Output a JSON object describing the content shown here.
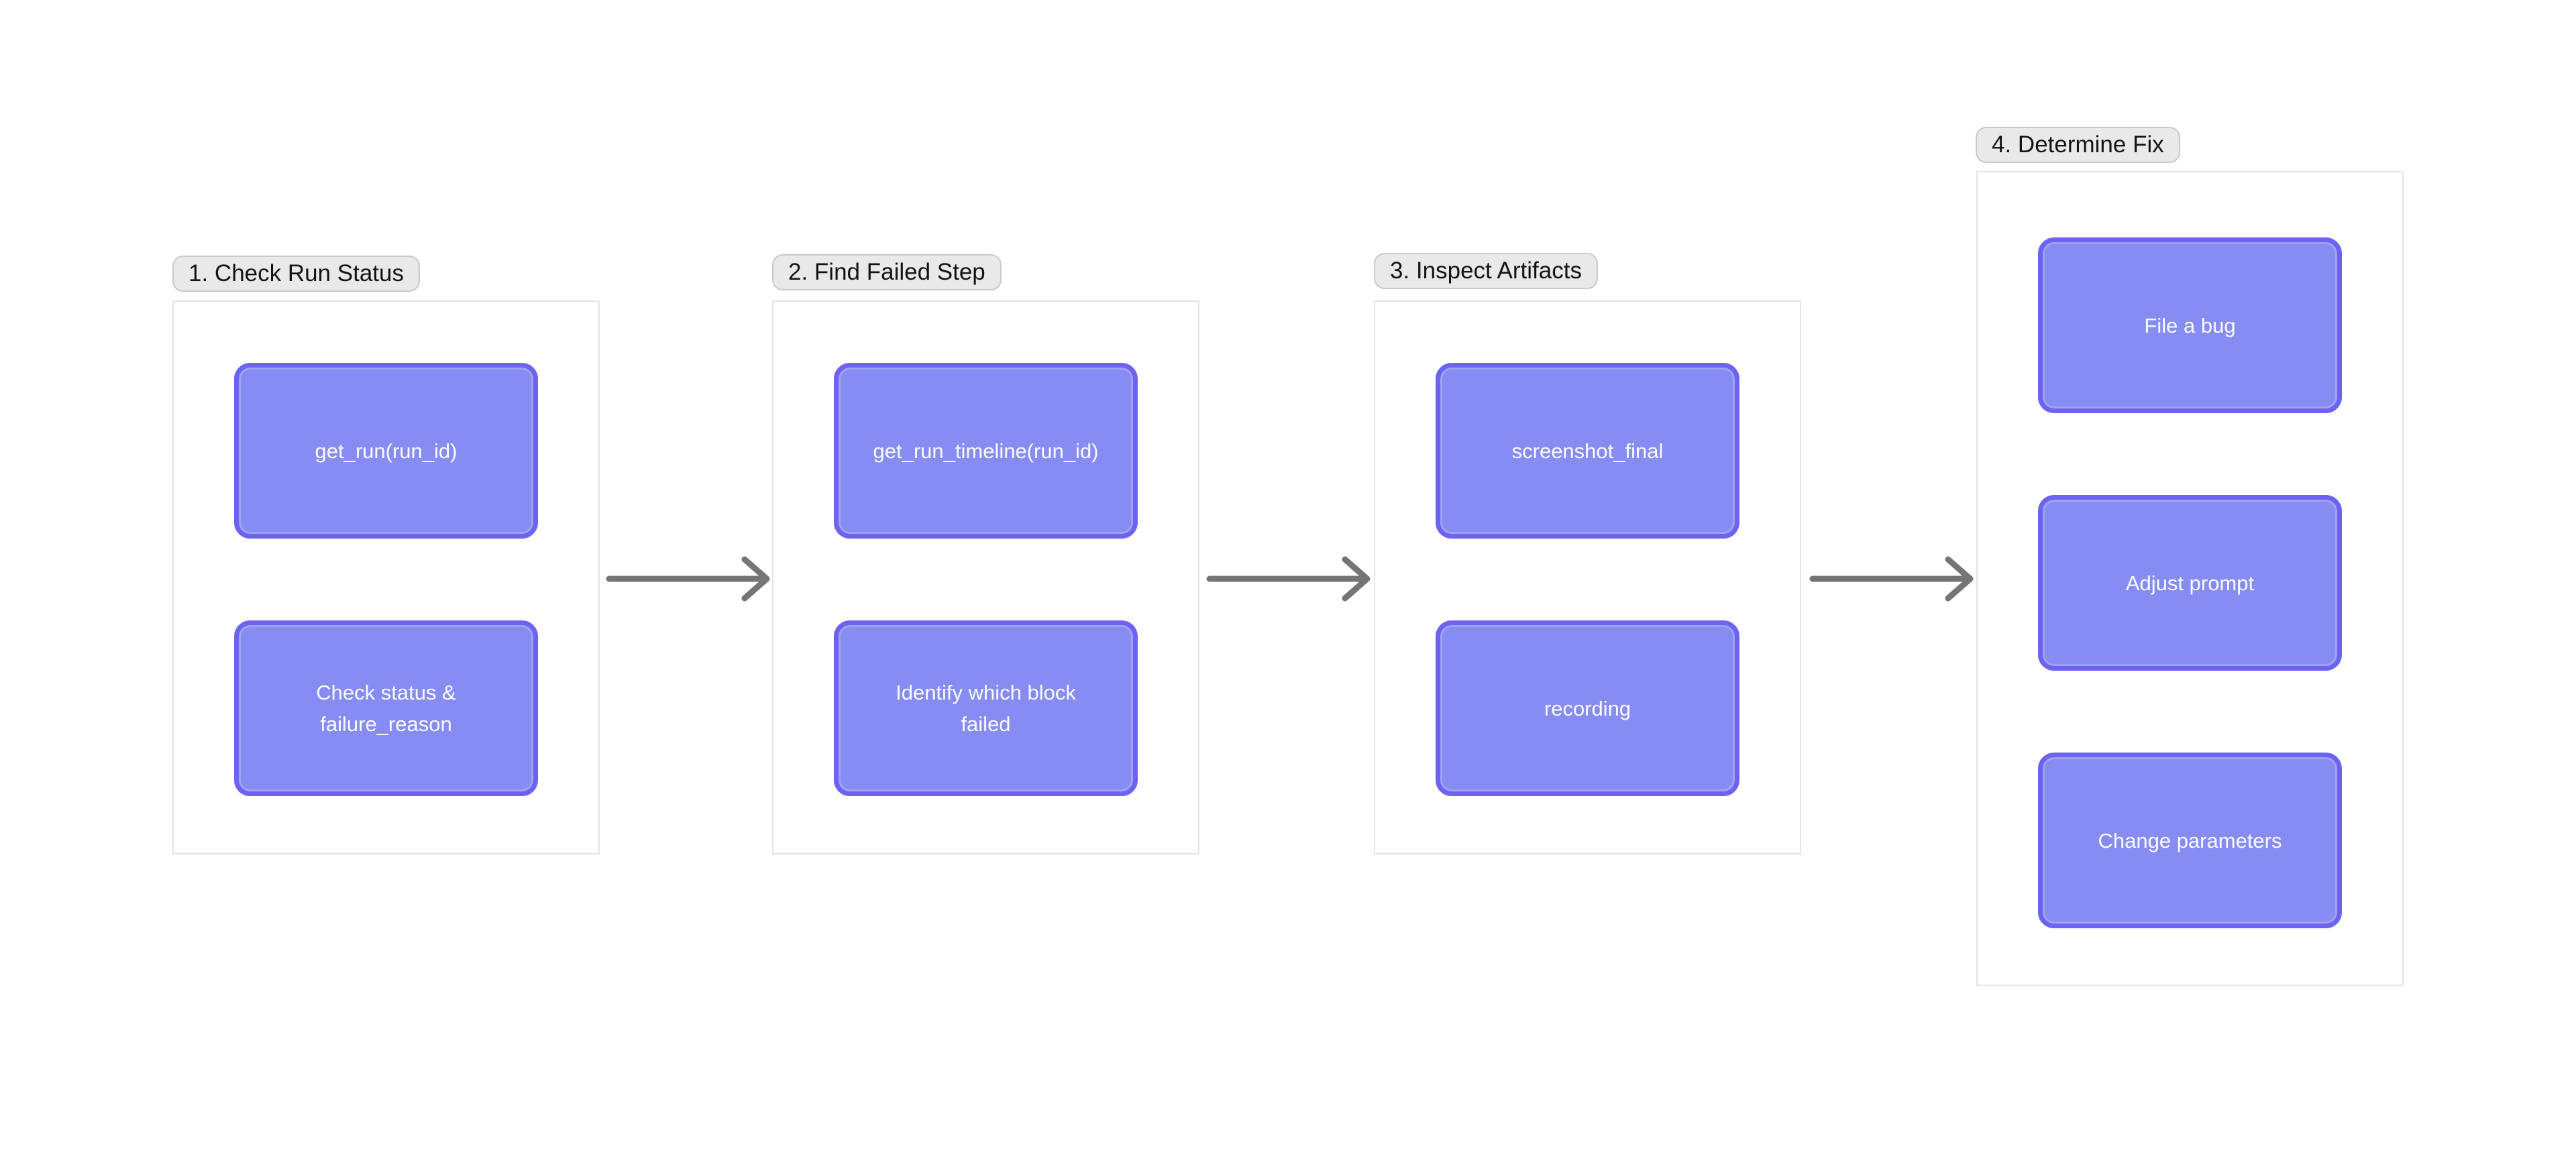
{
  "diagram": {
    "colors": {
      "background": "#ffffff",
      "node_fill": "#878cf2",
      "node_border": "#6d63f0",
      "pill_fill": "#e9e9e9",
      "pill_border": "#c9c9c9",
      "pill_text": "#141414",
      "frame_border": "#e4e4e4",
      "arrow_color": "#757575"
    },
    "groups": [
      {
        "label": "1. Check Run Status",
        "boxes": [
          "get_run(run_id)",
          "Check status &\nfailure_reason"
        ]
      },
      {
        "label": "2. Find Failed Step",
        "boxes": [
          "get_run_timeline(run_id)",
          "Identify which block\nfailed"
        ]
      },
      {
        "label": "3. Inspect Artifacts",
        "boxes": [
          "screenshot_final",
          "recording"
        ]
      },
      {
        "label": "4. Determine Fix",
        "boxes": [
          "File a bug",
          "Adjust prompt",
          "Change parameters"
        ]
      }
    ],
    "arrows": [
      {
        "from": "1. Check Run Status",
        "to": "2. Find Failed Step"
      },
      {
        "from": "2. Find Failed Step",
        "to": "3. Inspect Artifacts"
      },
      {
        "from": "3. Inspect Artifacts",
        "to": "4. Determine Fix"
      }
    ]
  }
}
